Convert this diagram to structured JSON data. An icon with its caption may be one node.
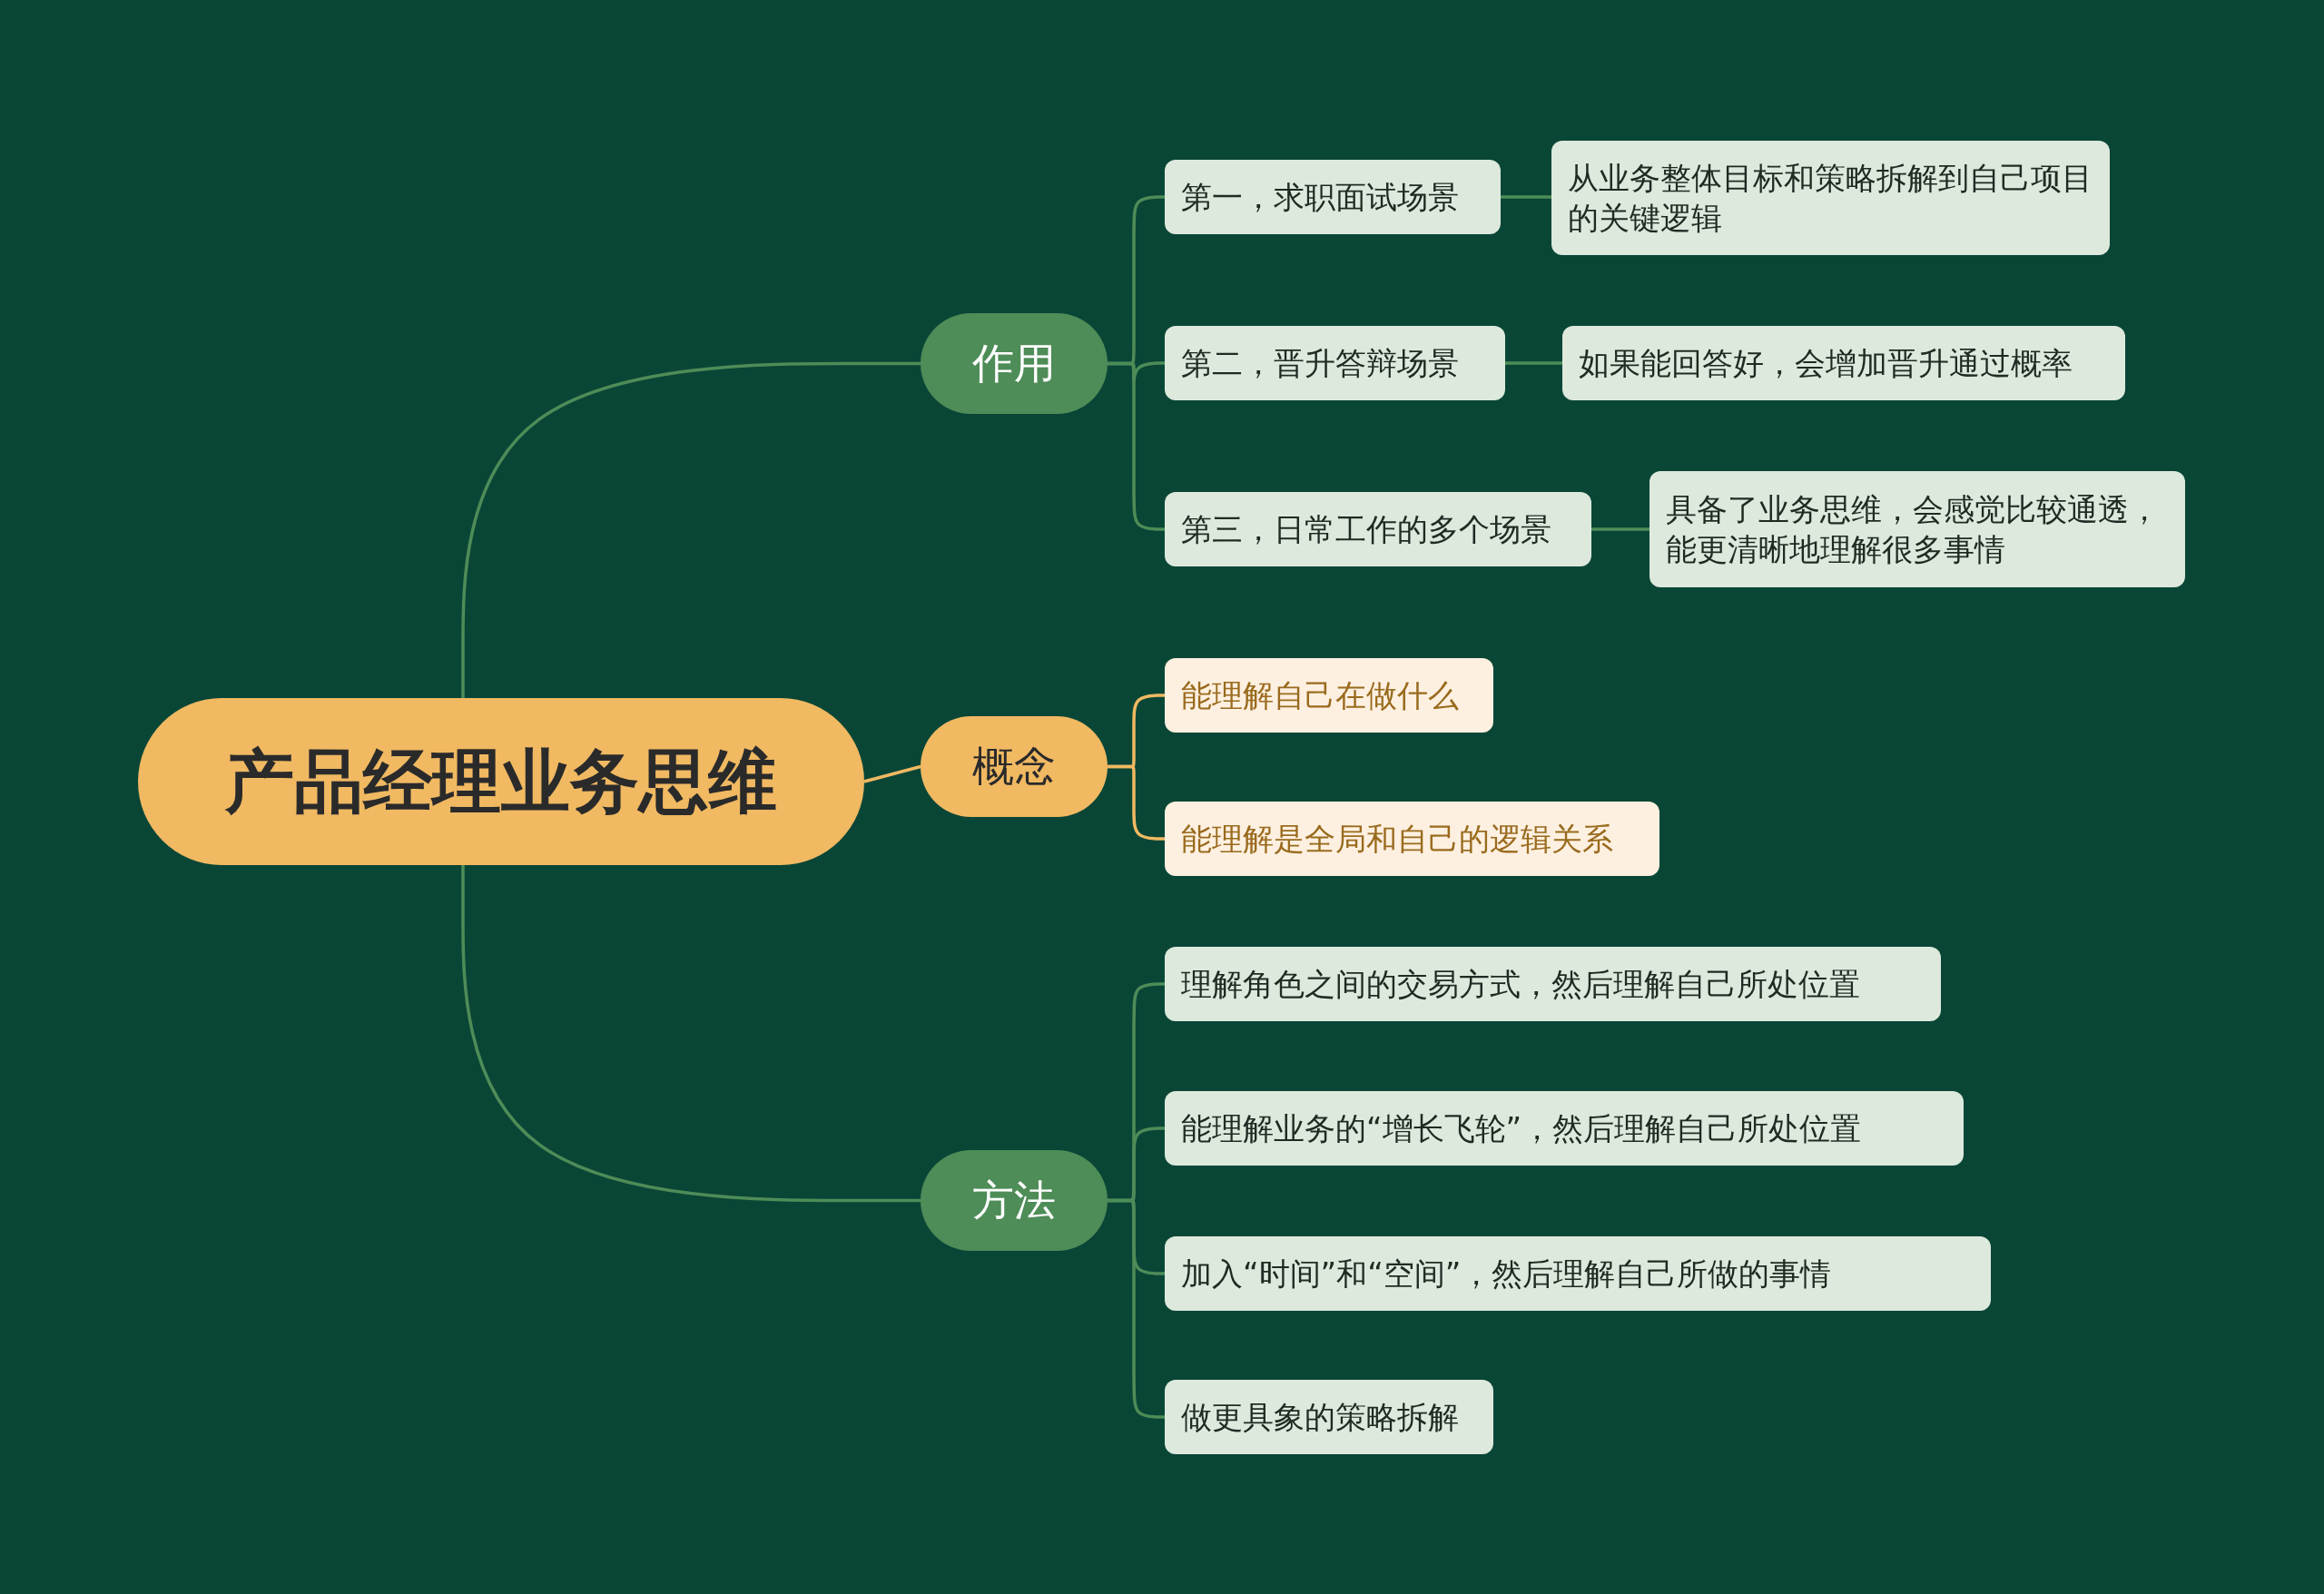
{
  "diagram": {
    "nodes": [
      {
        "text": [
          "产品经理业务思维"
        ]
      },
      {
        "text": [
          "作用"
        ]
      },
      {
        "text": [
          "第一，求职面试场景"
        ]
      },
      {
        "text": [
          "从业务整体目标和策略拆解到自己项目的关键逻辑"
        ]
      },
      {
        "text": [
          "第二，晋升答辩场景"
        ]
      },
      {
        "text": [
          "如果能回答好，会增加晋升通过概率"
        ]
      },
      {
        "text": [
          "第三，日常工作的多个场景"
        ]
      },
      {
        "text": [
          "具备了业务思维，会感觉比较通透，能更清晰地理解很多事情"
        ]
      },
      {
        "text": [
          "概念"
        ]
      },
      {
        "text": [
          "能理解自己在做什么"
        ]
      },
      {
        "text": [
          "能理解是全局和自己的逻辑关系"
        ]
      },
      {
        "text": [
          "方法"
        ]
      },
      {
        "text": [
          "理解角色之间的交易方式，然后理解自己所处位置"
        ]
      },
      {
        "text": [
          "能理解业务的“增长飞轮”，然后理解自己所处位置"
        ]
      },
      {
        "text": [
          "加入“时间”和“空间”，然后理解自己所做的事情"
        ]
      },
      {
        "text": [
          "做更具象的策略拆解"
        ]
      }
    ],
    "edges": [
      {
        "from": 0,
        "to": 1,
        "arrow": "none"
      },
      {
        "from": 1,
        "to": 2,
        "arrow": "none"
      },
      {
        "from": 2,
        "to": 3,
        "arrow": "none"
      },
      {
        "from": 1,
        "to": 4,
        "arrow": "none"
      },
      {
        "from": 4,
        "to": 5,
        "arrow": "none"
      },
      {
        "from": 1,
        "to": 6,
        "arrow": "none"
      },
      {
        "from": 6,
        "to": 7,
        "arrow": "none"
      },
      {
        "from": 0,
        "to": 8,
        "arrow": "none",
        "color": "#f0b962"
      },
      {
        "from": 8,
        "to": 9,
        "arrow": "none",
        "color": "#f0b962"
      },
      {
        "from": 8,
        "to": 10,
        "arrow": "none",
        "color": "#f0b962"
      },
      {
        "from": 0,
        "to": 11,
        "arrow": "none"
      },
      {
        "from": 11,
        "to": 12,
        "arrow": "none"
      },
      {
        "from": 11,
        "to": 13,
        "arrow": "none"
      },
      {
        "from": 11,
        "to": 14,
        "arrow": "none"
      },
      {
        "from": 11,
        "to": 15,
        "arrow": "none"
      }
    ]
  }
}
